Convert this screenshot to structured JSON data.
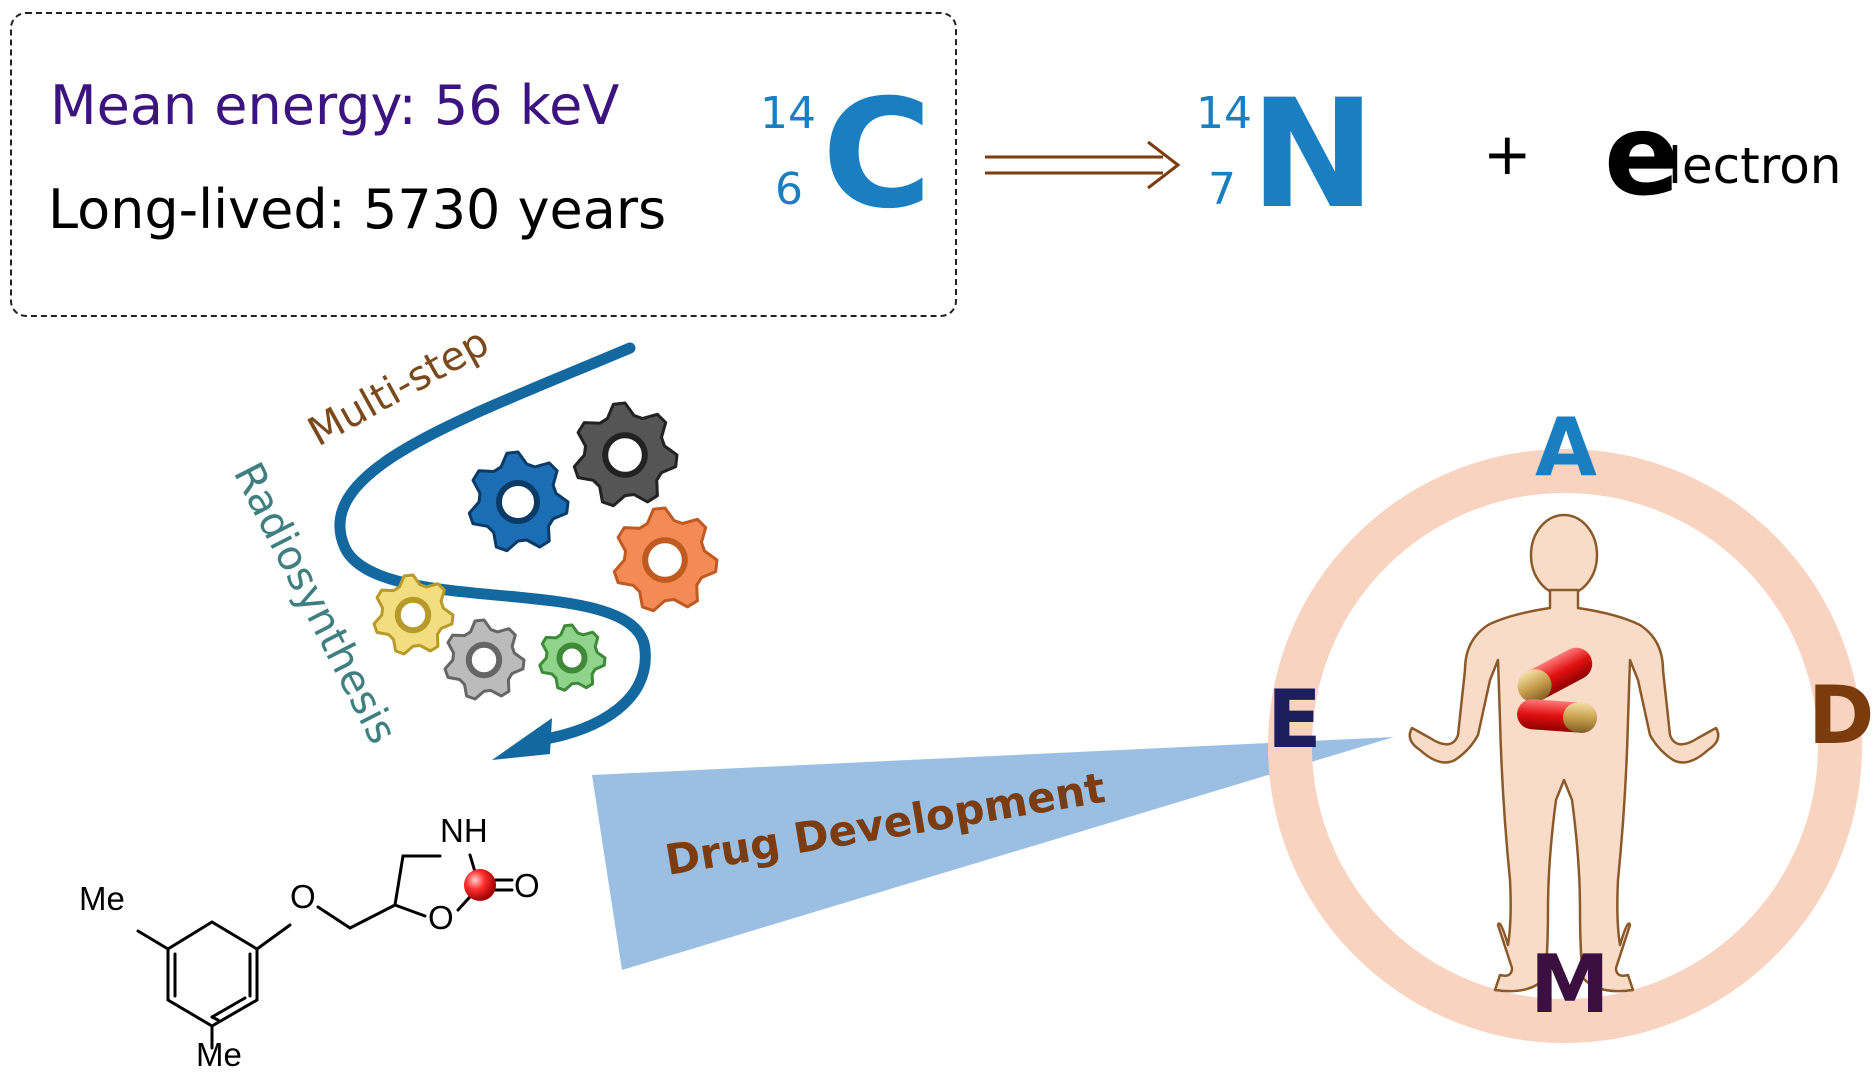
{
  "info": {
    "mean_energy": "Mean energy: 56 keV",
    "lifetime": "Long-lived: 5730 years"
  },
  "decay": {
    "parent_mass": "14",
    "parent_atomic": "6",
    "parent_symbol": "C",
    "daughter_mass": "14",
    "daughter_atomic": "7",
    "daughter_symbol": "N",
    "plus": "+",
    "electron_initial": "e",
    "electron_rest": "lectron"
  },
  "synthesis": {
    "multistep": "Multi-step",
    "radiosynthesis": "Radiosynthesis"
  },
  "molecule": {
    "me_top": "Me",
    "me_bottom": "Me",
    "o_ether": "O",
    "nh": "NH",
    "o_ring": "O",
    "o_carbonyl": "O"
  },
  "drug_development": "Drug Development",
  "adme": {
    "a": "A",
    "d": "D",
    "m": "M",
    "e": "E"
  },
  "colors": {
    "isotope_blue": "#1a7fc1",
    "mean_energy_purple": "#3c1480",
    "multistep_brown": "#7a4a1c",
    "radiosynthesis_teal": "#3f7f80",
    "drug_dev_brown": "#7a3c10",
    "funnel_blue": "#9bbfe3",
    "ring_peach": "#f8d3bf",
    "body_skin": "#f9dcc8",
    "body_outline": "#8b5a2b",
    "e_navy": "#1d1e5c",
    "d_brown": "#7a3c0c",
    "m_dark_purple": "#3b0f40",
    "a_blue": "#1a7fc1",
    "label_atom_red": "#e02020"
  },
  "icons": [
    "gear-icon",
    "capsule-icon",
    "human-body-icon",
    "curved-arrow-icon",
    "double-arrow-icon"
  ]
}
